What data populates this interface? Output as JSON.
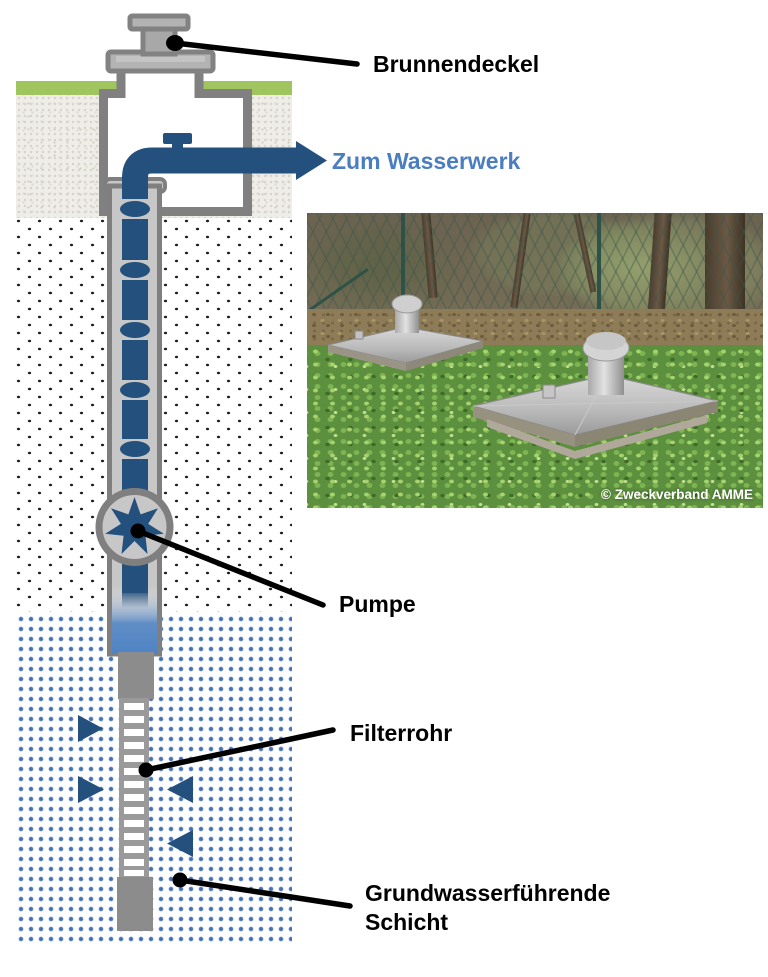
{
  "diagram": {
    "labels": {
      "brunnendeckel": "Brunnendeckel",
      "zum_wasserwerk": "Zum Wasserwerk",
      "pumpe": "Pumpe",
      "filterrohr": "Filterrohr",
      "grundwasser_line1": "Grundwasserführende",
      "grundwasser_line2": "Schicht"
    },
    "parts": [
      "well-cover",
      "ground-surface",
      "well-chamber",
      "outlet-pipe-with-valve",
      "riser-pipe",
      "well-casing",
      "pump",
      "water-column",
      "filter-pipe",
      "sump-pipe",
      "inflow-arrows",
      "soil-layer",
      "groundwater-layer"
    ],
    "colors": {
      "navy_pipe": "#24507E",
      "label_blue": "#4A7EC1",
      "grass_green": "#A0C45E",
      "casing_gray": "#C7C7C7",
      "outline_gray": "#7F7F7F",
      "water_blue": "#4E83C5",
      "groundwater_dots": "#4470B0",
      "line_black": "#000000"
    }
  },
  "photo": {
    "caption": "© Zweckverband AMME",
    "subject": "two-stainless-steel-well-covers-in-grass"
  }
}
